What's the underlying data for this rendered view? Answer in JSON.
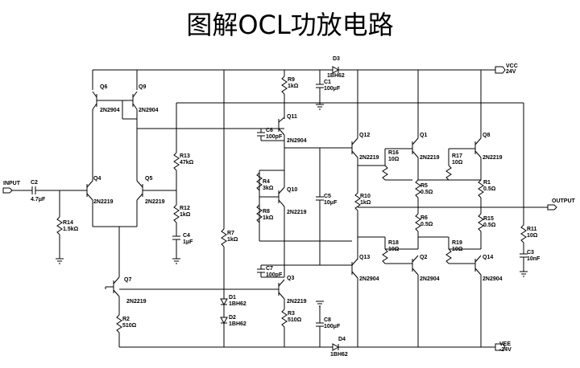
{
  "title": "图解OCL功放电路",
  "ports": {
    "input": "INPUT",
    "output": "OUTPUT",
    "vcc": [
      "VCC",
      "24V"
    ],
    "vee": [
      "VEE",
      "-24V"
    ]
  },
  "transistors": [
    {
      "ref": "Q6"
    },
    {
      "ref": "Q9"
    },
    {
      "ref": "Q4"
    },
    {
      "ref": "Q5"
    },
    {
      "ref": "Q11"
    },
    {
      "ref": "Q10"
    },
    {
      "ref": "Q3"
    },
    {
      "ref": "Q7"
    },
    {
      "ref": "Q12"
    },
    {
      "ref": "Q13"
    },
    {
      "ref": "Q1"
    },
    {
      "ref": "Q2"
    },
    {
      "ref": "Q8"
    },
    {
      "ref": "Q14"
    }
  ],
  "part_numbers": {
    "Q6": "2N2904",
    "Q9": "2N2904",
    "Q4": "2N2219",
    "Q5": "2N2219",
    "Q11": "2N2904",
    "Q10": "2N2219",
    "Q3": "2N2219",
    "Q7": "2N2219",
    "Q12": "2N2219",
    "Q13": "2N2904",
    "Q1": "2N2219",
    "Q2": "2N2904",
    "Q8": "2N2219",
    "Q14": "2N2904"
  },
  "resistors": {
    "R1": "0.5Ω",
    "R2": "510Ω",
    "R3": "510Ω",
    "R4": "3kΩ",
    "R5": "0.5Ω",
    "R6": "0.5Ω",
    "R7": "1kΩ",
    "R8": "1kΩ",
    "R9": "1kΩ",
    "R10": "1kΩ",
    "R11": "10Ω",
    "R12": "1kΩ",
    "R13": "47kΩ",
    "R14": "1.5kΩ",
    "R15": "0.5Ω",
    "R16": "10Ω",
    "R17": "10Ω",
    "R18": "10Ω",
    "R19": "10Ω"
  },
  "capacitors": {
    "C1": "100μF",
    "C2": "4.7μF",
    "C3": "10nF",
    "C4": "1μF",
    "C5": "10μF",
    "C6": "100pF",
    "C7": "100pF",
    "C8": "100μF"
  },
  "diodes": {
    "D1": "1BH62",
    "D2": "1BH62",
    "D3": "1BH62",
    "D4": "1BH62"
  }
}
